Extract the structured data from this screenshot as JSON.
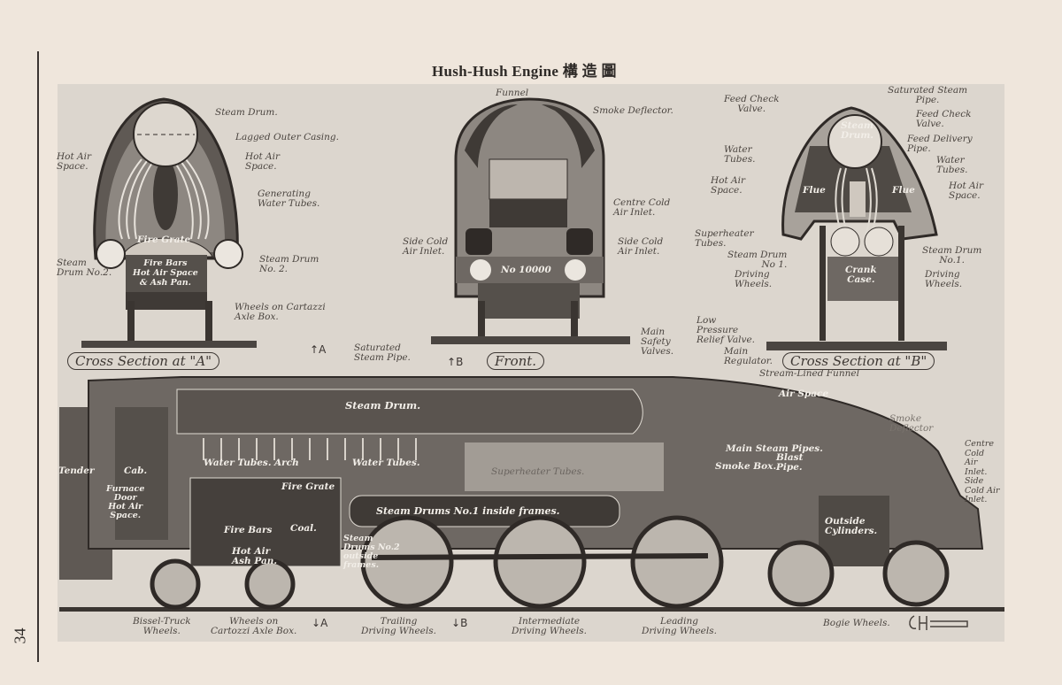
{
  "page": {
    "title": "Hush-Hush Engine 構 造 圖",
    "page_number": "34"
  },
  "colors": {
    "paper": "#efe6dc",
    "panel": "#dcd6ce",
    "ink": "#4a443f",
    "dark_fill": "#5f5954"
  },
  "cross_a": {
    "caption": "Cross Section at \"A\"",
    "steam_drum": "Steam Drum.",
    "lagged_casing": "Lagged Outer Casing.",
    "hot_air_left": "Hot Air\nSpace.",
    "hot_air_right": "Hot Air\nSpace.",
    "generating_tubes": "Generating\nWater Tubes.",
    "fire_grate": "Fire Grate",
    "drum2_left": "Steam\nDrum No.2.",
    "drum2_right": "Steam Drum\nNo. 2.",
    "fire_bars": "Fire Bars\nHot Air Space\n& Ash Pan.",
    "wheels": "Wheels on Cartazzi\nAxle Box."
  },
  "front": {
    "caption": "Front.",
    "funnel": "Funnel",
    "smoke_deflector": "Smoke Deflector.",
    "centre_inlet": "Centre Cold\nAir Inlet.",
    "side_inlet_left": "Side Cold\nAir Inlet.",
    "side_inlet_right": "Side Cold\nAir Inlet.",
    "number_plate": "No 10000"
  },
  "cross_b": {
    "caption": "Cross Section at \"B\"",
    "feed_check_left": "Feed Check\nValve.",
    "saturated_pipe": "Saturated Steam\nPipe.",
    "feed_check_right": "Feed Check\nValve.",
    "steam_drum": "Steam\nDrum.",
    "feed_delivery": "Feed Delivery\nPipe.",
    "water_tubes_left": "Water\nTubes.",
    "water_tubes_right": "Water\nTubes.",
    "hot_air_left": "Hot Air\nSpace.",
    "hot_air_right": "Hot Air\nSpace.",
    "flue": "Flue",
    "superheater": "Superheater\nTubes.",
    "drum1_left": "Steam Drum\nNo 1.",
    "drum1_right": "Steam Drum\nNo.1.",
    "driving_left": "Driving\nWheels.",
    "driving_right": "Driving\nWheels.",
    "crank_case": "Crank\nCase."
  },
  "side": {
    "marker_a": "A",
    "marker_b": "B",
    "saturated_pipe": "Saturated\nSteam Pipe.",
    "main_safety": "Main\nSafety\nValves.",
    "low_pressure": "Low\nPressure\nRelief Valve.",
    "main_regulator": "Main\nRegulator.",
    "stream_funnel": "Stream-Lined Funnel",
    "steam_drum": "Steam Drum.",
    "air_space": "Air Space",
    "smoke_deflector": "Smoke\nDeflector",
    "tender": "Tender",
    "cab": "Cab.",
    "furnace_door": "Furnace\nDoor\nHot Air\nSpace.",
    "water_tubes_1": "Water Tubes.",
    "arch": "Arch",
    "water_tubes_2": "Water Tubes.",
    "fire_grate": "Fire Grate",
    "superheater": "Superheater Tubes.",
    "drums_no1": "Steam Drums No.1 inside frames.",
    "fire_bars": "Fire Bars",
    "coal": "Coal.",
    "ash_pan": "Hot Air\nAsh Pan.",
    "drums_no2": "Steam\nDrums No.2\noutside\nframes.",
    "main_steam_pipes": "Main Steam Pipes.",
    "smoke_box": "Smoke Box.",
    "blast_pipe": "Blast\nPipe.",
    "centre_side_inlet": "Centre\nCold\nAir\nInlet.\nSide\nCold Air\nInlet.",
    "outside_cylinders": "Outside\nCylinders.",
    "bissel": "Bissel-Truck\nWheels.",
    "cartazzi": "Wheels on\nCartozzi Axle Box.",
    "trailing": "Trailing\nDriving Wheels.",
    "intermediate": "Intermediate\nDriving Wheels.",
    "leading": "Leading\nDriving Wheels.",
    "bogie": "Bogie Wheels."
  }
}
